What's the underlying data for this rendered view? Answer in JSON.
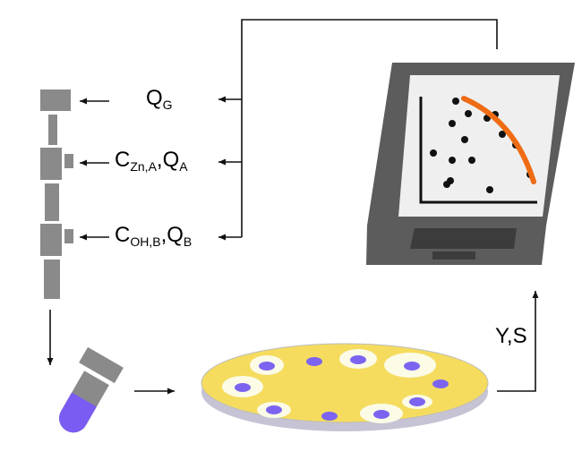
{
  "labels": {
    "qg_main": "Q",
    "qg_sub": "G",
    "a_c": "C",
    "a_c_sub": "Zn,A",
    "a_sep": ",",
    "a_q": "Q",
    "a_q_sub": "A",
    "b_c": "C",
    "b_c_sub": "OH,B",
    "b_sep": ",",
    "b_q": "Q",
    "b_q_sub": "B",
    "ys": "Y,S"
  },
  "colors": {
    "reactor_gray": "#8a8a8a",
    "laptop_body": "#5c5c5c",
    "laptop_keys": "#3c3c3c",
    "screen_bg": "#efefef",
    "fit_curve": "#ee6c14",
    "plate_yellow": "#f5dc5e",
    "plate_shadow": "#c6c3d4",
    "droplet_purple": "#7c64f0",
    "halo_white": "#fbfbe6",
    "tube_liquid": "#7a5cf2"
  }
}
